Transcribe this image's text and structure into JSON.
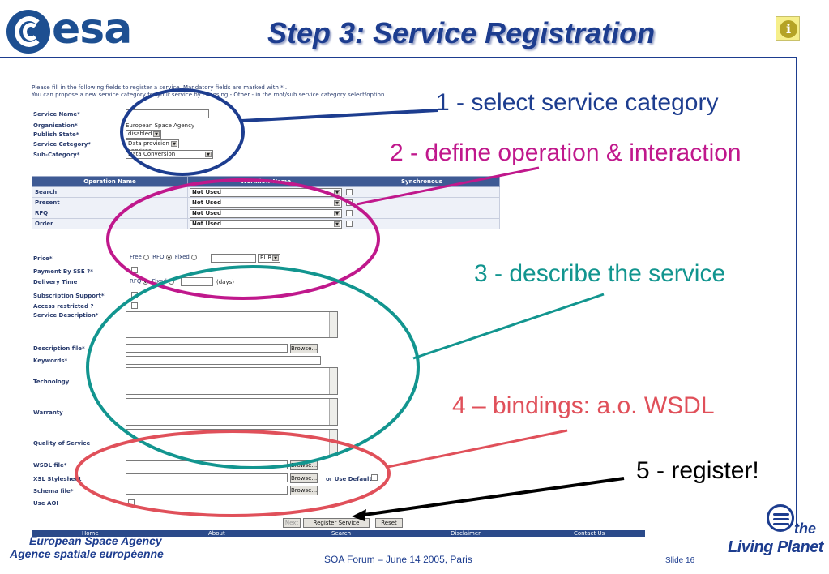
{
  "header": {
    "logo_text": "esa",
    "title": "Step 3: Service Registration",
    "info_icon": "i"
  },
  "form": {
    "intro_line1": "Please fill in the following fields to register a service. Mandatory fields are marked with * .",
    "intro_line2": "You can propose a new service category for your service by choosing - Other - in the root/sub service category select/option.",
    "service_name_label": "Service Name*",
    "organisation_label": "Organisation*",
    "organisation_value": "European Space Agency",
    "publish_state_label": "Publish State*",
    "publish_state_value": "disabled",
    "service_category_label": "Service Category*",
    "service_category_value": "Data provision services",
    "sub_category_label": "Sub-Category*",
    "sub_category_value": "Data Conversion",
    "operations_table": {
      "headers": [
        "Operation Name",
        "Workflow Name",
        "Synchronous"
      ],
      "rows": [
        {
          "name": "Search",
          "workflow": "Not Used",
          "sync": false
        },
        {
          "name": "Present",
          "workflow": "Not Used",
          "sync": true
        },
        {
          "name": "RFQ",
          "workflow": "Not Used",
          "sync": false
        },
        {
          "name": "Order",
          "workflow": "Not Used",
          "sync": false
        }
      ]
    },
    "price_label": "Price*",
    "price_free": "Free",
    "price_rfq": "RFQ",
    "price_fixed": "Fixed",
    "currency_value": "EUR",
    "payment_label": "Payment By SSE ?*",
    "delivery_label": "Delivery Time",
    "delivery_rfq": "RFQ",
    "delivery_fixed": "Fixed",
    "delivery_unit": "(days)",
    "subscription_label": "Subscription Support*",
    "access_label": "Access restricted ?",
    "service_description_label": "Service Description*",
    "description_file_label": "Description file*",
    "keywords_label": "Keywords*",
    "technology_label": "Technology",
    "warranty_label": "Warranty",
    "quality_label": "Quality of Service",
    "wsdl_label": "WSDL file*",
    "xsl_label": "XSL Stylesheet",
    "schema_label": "Schema file*",
    "use_aoi_label": "Use AOI",
    "browse_label": "Browse...",
    "use_default_label": "or Use Default",
    "next_label": "Next",
    "register_label": "Register Service",
    "reset_label": "Reset",
    "nav": [
      "Home",
      "About",
      "Search",
      "Disclaimer",
      "Contact Us"
    ]
  },
  "callouts": {
    "c1": "1 - select service category",
    "c2": "2 - define operation & interaction",
    "c3": "3 - describe the service",
    "c4": "4 – bindings: a.o. WSDL",
    "c5": "5 - register!"
  },
  "colors": {
    "c1": "#1d3d8f",
    "c2": "#c0188c",
    "c3": "#12958f",
    "c4": "#e0505a",
    "c5": "#000000",
    "brand": "#1d4f91"
  },
  "footer": {
    "agency_en": "European Space Agency",
    "agency_fr": "Agence spatiale européenne",
    "center": "SOA Forum – June 14 2005, Paris",
    "slide": "Slide 16",
    "living_the": "the",
    "living_planet": "Living Planet"
  }
}
